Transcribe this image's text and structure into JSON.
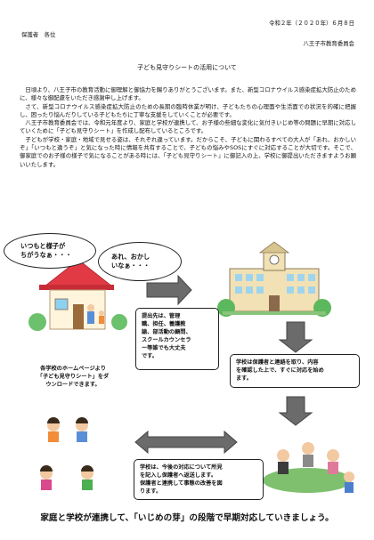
{
  "header": {
    "date": "令和２年（２０２０年）６月８日",
    "to": "保護者　各位",
    "from": "八王子市教育委員会"
  },
  "title": "子ども見守りシートの活用について",
  "paragraphs": [
    "日頃より、八王子市の教育活動に御理解と御協力を賜りありがとうございます。また、新型コロナウイルス感染症拡大防止のために、様々な御配慮をいただき感謝申し上げます。",
    "さて、新型コロナウイルス感染症拡大防止のための長期の臨時休業が明け、子どもたちの心理面や生活面での状況を的確に把握し、困ったり悩んだりしている子どもたちに丁寧な支援をしていくことが必要です。",
    "八王子市教育委員会では、令和元年度より、家庭と学校が連携して、お子様の些細な変化に気付きいじめ等の問題に早期に対応していくために「子ども見守りシート」を作成し配布しているところです。",
    "子どもが学校・家庭・地域で見せる姿は、それぞれ違っています。だからこそ、子どもに関わるすべての大人が「あれ、おかしいぞ」「いつもと違うぞ」と気になった時に情報を共有することで、子どもの悩みやSOSにすぐに対応することが大切です。そこで、御家庭でのお子様の様子で気になることがある時には、「子ども見守りシート」に御記入の上、学校に御提出いただきますようお願いいたします。"
  ],
  "diagram": {
    "bubble_left": [
      "いつもと様子が",
      "ちがうなぁ・・・"
    ],
    "bubble_right": [
      "あれ、おかし",
      "いなぁ・・・"
    ],
    "submit_note": [
      "提出先は、管理",
      "職、担任、養護教",
      "諭、部活動の顧問、",
      "スクールカウンセラ",
      "ー等誰でも大丈夫",
      "です。"
    ],
    "download_note": [
      "各学校のホームページより",
      "「子ども見守りシート」をダ",
      "ウンロードできます。"
    ],
    "school_action_note": [
      "学校は保護者と連絡を取り、内容",
      "を確認した上で、すぐに対応を始め",
      "ます。"
    ],
    "followup_note": [
      "学校は、今後の対応について所見",
      "を記入し保護者へ返送します。",
      "保護者と連携して事態の改善を図",
      "ります。"
    ]
  },
  "slogan": "家庭と学校が連携して、「いじめの芽」の段階で早期対応していきましょう。",
  "colors": {
    "arrow_gray": "#6b6b6b",
    "arrow_stroke": "#444444",
    "roof_red": "#e23a45",
    "school_wall": "#f2e1b4",
    "tree_green": "#5cb85c"
  }
}
